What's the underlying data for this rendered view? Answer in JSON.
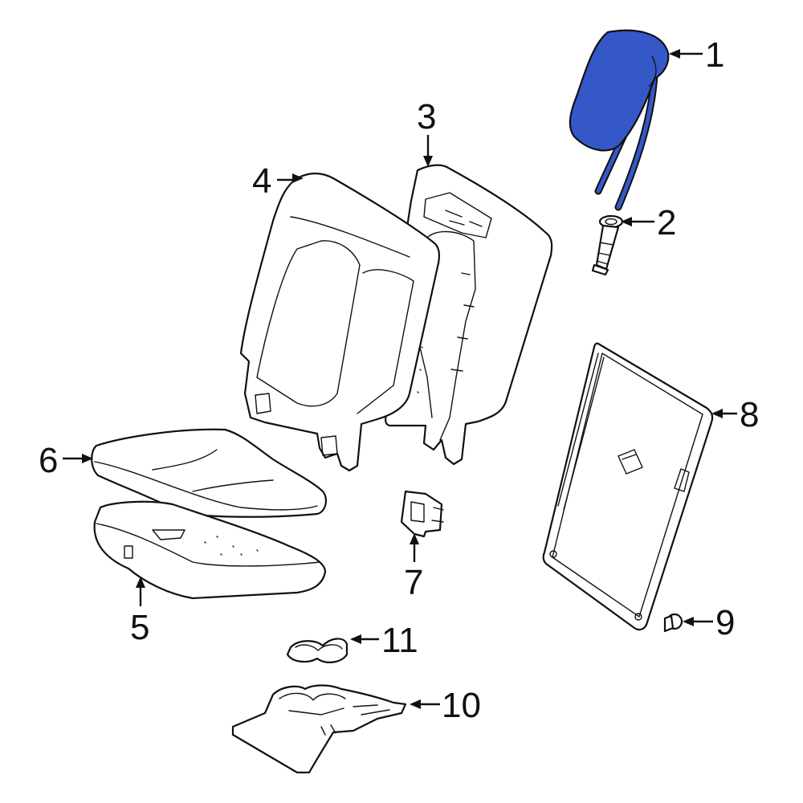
{
  "diagram": {
    "highlight_color": "#3558C8",
    "outline_color": "#111111",
    "background_color": "#ffffff",
    "highlighted_part": "1",
    "callouts": [
      {
        "id": "c1",
        "label": "1"
      },
      {
        "id": "c2",
        "label": "2"
      },
      {
        "id": "c3",
        "label": "3"
      },
      {
        "id": "c4",
        "label": "4"
      },
      {
        "id": "c5",
        "label": "5"
      },
      {
        "id": "c6",
        "label": "6"
      },
      {
        "id": "c7",
        "label": "7"
      },
      {
        "id": "c8",
        "label": "8"
      },
      {
        "id": "c9",
        "label": "9"
      },
      {
        "id": "c10",
        "label": "10"
      },
      {
        "id": "c11",
        "label": "11"
      }
    ]
  }
}
